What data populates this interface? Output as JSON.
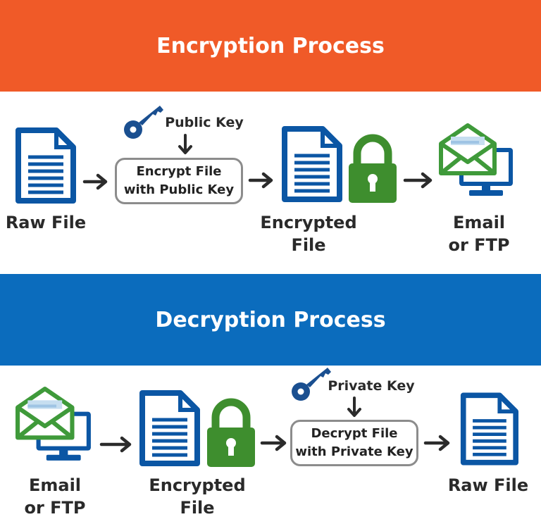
{
  "colors": {
    "encrypt_banner": "#f05a28",
    "decrypt_banner": "#0b6cbd",
    "doc_blue": "#0b56a4",
    "lock_green": "#3e8e2e",
    "key_blue": "#1a4f90",
    "mail_green": "#3f9a3a",
    "arrow": "#2b2b2b"
  },
  "encryption": {
    "title": "Encryption Process",
    "raw_file_label": "Raw File",
    "key_label": "Public Key",
    "box_line1": "Encrypt File",
    "box_line2": "with Public Key",
    "encrypted_line1": "Encrypted",
    "encrypted_line2": "File",
    "email_line1": "Email",
    "email_line2": "or FTP"
  },
  "decryption": {
    "title": "Decryption Process",
    "email_line1": "Email",
    "email_line2": "or FTP",
    "encrypted_line1": "Encrypted",
    "encrypted_line2": "File",
    "key_label": "Private Key",
    "box_line1": "Decrypt File",
    "box_line2": "with Private Key",
    "raw_file_label": "Raw File"
  },
  "icons": [
    "document-icon",
    "key-icon",
    "padlock-icon",
    "email-computer-icon",
    "arrow-right-icon",
    "arrow-down-icon"
  ]
}
